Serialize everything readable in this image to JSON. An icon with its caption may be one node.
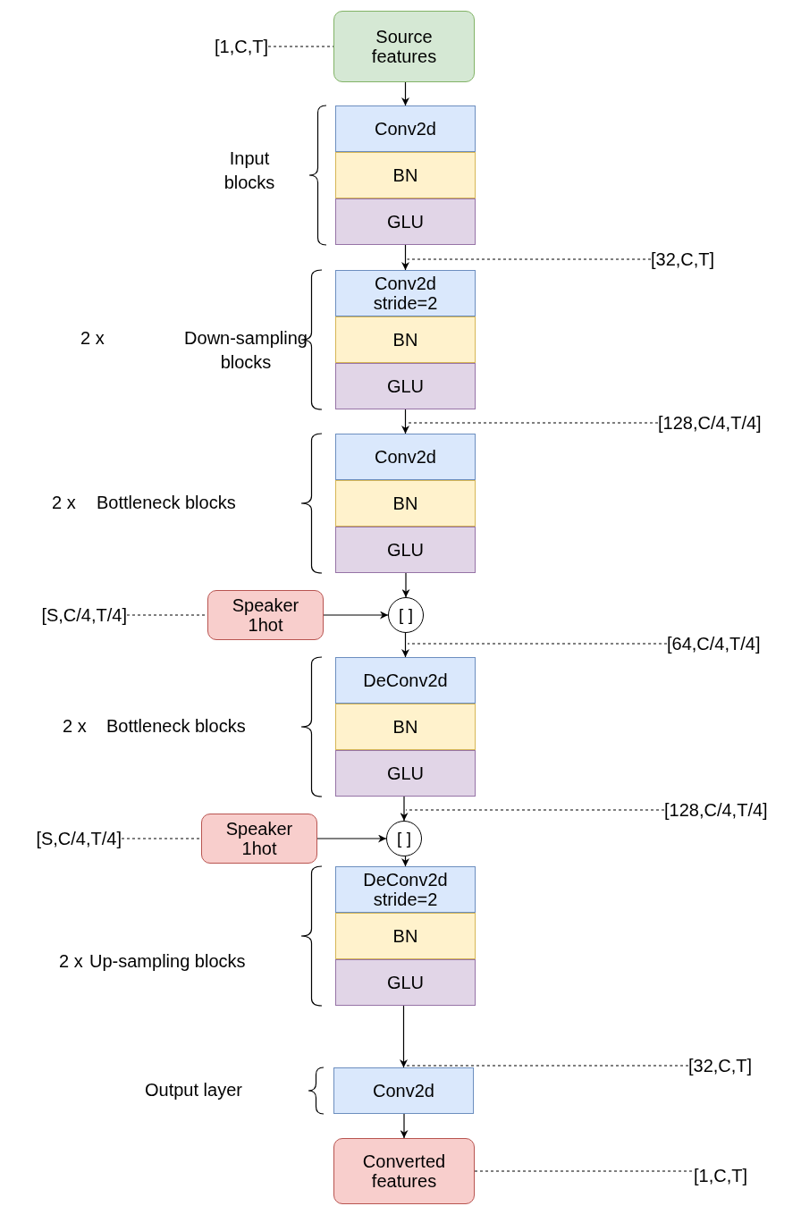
{
  "diagram": {
    "nodes": [
      {
        "text": [
          "Source features"
        ]
      },
      {
        "text": [
          "[1,C,T]"
        ]
      },
      {
        "text": [
          "Conv2d"
        ]
      },
      {
        "text": [
          "BN"
        ]
      },
      {
        "text": [
          "GLU"
        ]
      },
      {
        "text": [
          "[32,C,T]"
        ]
      },
      {
        "text": [
          "Conv2d stride=2"
        ]
      },
      {
        "text": [
          "BN"
        ]
      },
      {
        "text": [
          "GLU"
        ]
      },
      {
        "text": [
          "[128,C/4,T/4]"
        ]
      },
      {
        "text": [
          "Conv2d"
        ]
      },
      {
        "text": [
          "BN"
        ]
      },
      {
        "text": [
          "GLU"
        ]
      },
      {
        "text": [
          "Speaker 1hot"
        ]
      },
      {
        "text": [
          "[S,C/4,T/4]"
        ]
      },
      {
        "text": [
          "[ ]"
        ]
      },
      {
        "text": [
          "[64,C/4,T/4]"
        ]
      },
      {
        "text": [
          "DeConv2d"
        ]
      },
      {
        "text": [
          "BN"
        ]
      },
      {
        "text": [
          "GLU"
        ]
      },
      {
        "text": [
          "[128,C/4,T/4]"
        ]
      },
      {
        "text": [
          "[S,C/4,T/4]"
        ]
      },
      {
        "text": [
          "Speaker 1hot"
        ]
      },
      {
        "text": [
          "[ ]"
        ]
      },
      {
        "text": [
          "DeConv2d stride=2"
        ]
      },
      {
        "text": [
          "BN"
        ]
      },
      {
        "text": [
          "GLU"
        ]
      },
      {
        "text": [
          "[32,C,T]"
        ]
      },
      {
        "text": [
          "Conv2d"
        ]
      },
      {
        "text": [
          "Converted features"
        ]
      },
      {
        "text": [
          "[1,C,T]"
        ]
      }
    ],
    "edges": [
      {
        "from": 0,
        "to": 2,
        "arrow": "to"
      },
      {
        "from": 1,
        "to": 0,
        "arrow": "none",
        "style": "dashed"
      },
      {
        "from": 4,
        "to": 6,
        "arrow": "to"
      },
      {
        "from": 5,
        "to": 6,
        "arrow": "none",
        "style": "dashed"
      },
      {
        "from": 8,
        "to": 10,
        "arrow": "to"
      },
      {
        "from": 9,
        "to": 10,
        "arrow": "none",
        "style": "dashed"
      },
      {
        "from": 12,
        "to": 15,
        "arrow": "to"
      },
      {
        "from": 14,
        "to": 13,
        "arrow": "none",
        "style": "dashed"
      },
      {
        "from": 13,
        "to": 15,
        "arrow": "to"
      },
      {
        "from": 15,
        "to": 17,
        "arrow": "to"
      },
      {
        "from": 16,
        "to": 15,
        "arrow": "none",
        "style": "dashed"
      },
      {
        "from": 19,
        "to": 23,
        "arrow": "to"
      },
      {
        "from": 20,
        "to": 23,
        "arrow": "none",
        "style": "dashed"
      },
      {
        "from": 21,
        "to": 22,
        "arrow": "none",
        "style": "dashed"
      },
      {
        "from": 22,
        "to": 23,
        "arrow": "to"
      },
      {
        "from": 23,
        "to": 24,
        "arrow": "to"
      },
      {
        "from": 26,
        "to": 28,
        "arrow": "to"
      },
      {
        "from": 27,
        "to": 28,
        "arrow": "none",
        "style": "dashed"
      },
      {
        "from": 28,
        "to": 29,
        "arrow": "to"
      },
      {
        "from": 29,
        "to": 30,
        "arrow": "none",
        "style": "dashed"
      }
    ],
    "labels": [
      "Input blocks",
      "2 x",
      "Down-sampling blocks",
      "2 x",
      "Bottleneck blocks",
      "2 x",
      "Bottleneck blocks",
      "2 x",
      "Up-sampling blocks",
      "Output layer"
    ]
  }
}
